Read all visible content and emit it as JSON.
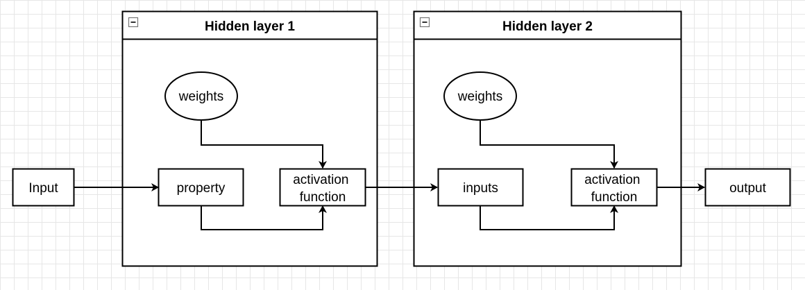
{
  "diagram": {
    "nodes": {
      "input": "Input",
      "output": "output"
    },
    "groups": {
      "layer1": {
        "title": "Hidden layer 1",
        "weights": "weights",
        "source": "property",
        "activation_line1": "activation",
        "activation_line2": "function"
      },
      "layer2": {
        "title": "Hidden layer 2",
        "weights": "weights",
        "source": "inputs",
        "activation_line1": "activation",
        "activation_line2": "function"
      }
    },
    "colors": {
      "stroke": "#000000",
      "fill": "#ffffff",
      "collapse_button": "#777777"
    }
  }
}
